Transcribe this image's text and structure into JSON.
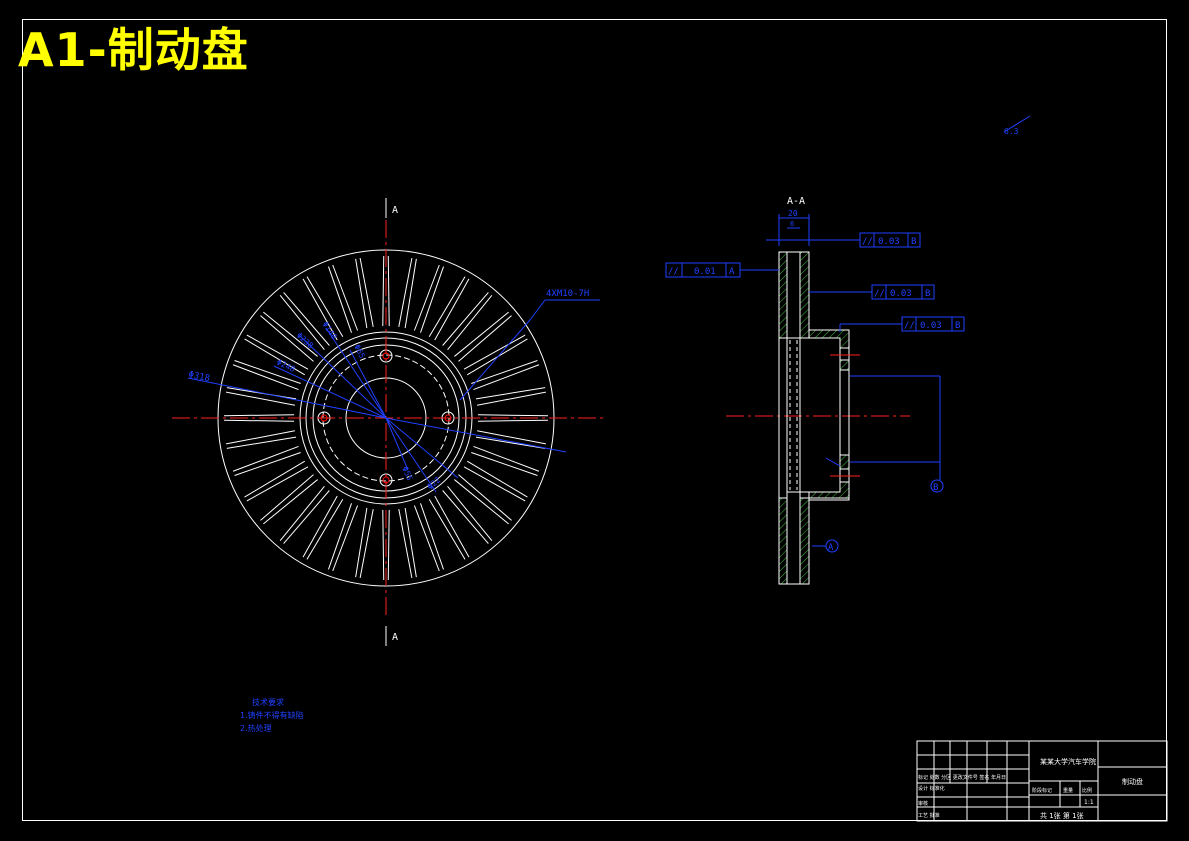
{
  "title": "A1-制动盘",
  "section_marker": "A",
  "section_title": "A-A",
  "thread_callout": "4XM10-7H",
  "diameters_front": [
    "Φ318",
    "Φ248",
    "Φ238",
    "Φ140",
    "Φ65",
    "Φ55",
    "Φ22"
  ],
  "dim_width": "20",
  "dim_inner": "6",
  "gdt_frames": [
    {
      "symbol": "//",
      "value": "0.03",
      "datum": "B"
    },
    {
      "symbol": "//",
      "value": "0.01",
      "datum": "A"
    },
    {
      "symbol": "//",
      "value": "0.03",
      "datum": "B"
    },
    {
      "symbol": "//",
      "value": "0.03",
      "datum": "B"
    }
  ],
  "datum_a": "A",
  "datum_b": "B",
  "roughness_note": "6.3",
  "notes": {
    "heading": "技术要求",
    "line1": "1.铸件不得有缺陷",
    "line2": "2.热处理"
  },
  "title_block": {
    "row_labels": [
      "标记 处数 分区 更改文件号 签名 年月日",
      "设计 标准化",
      "审核",
      "工艺 批准"
    ],
    "school": "某某大学汽车学院",
    "part_name": "制动盘",
    "stage_headers": [
      "阶段标记",
      "重量",
      "比例"
    ],
    "scale": "1:1",
    "sheets": "共 1张 第 1张"
  }
}
